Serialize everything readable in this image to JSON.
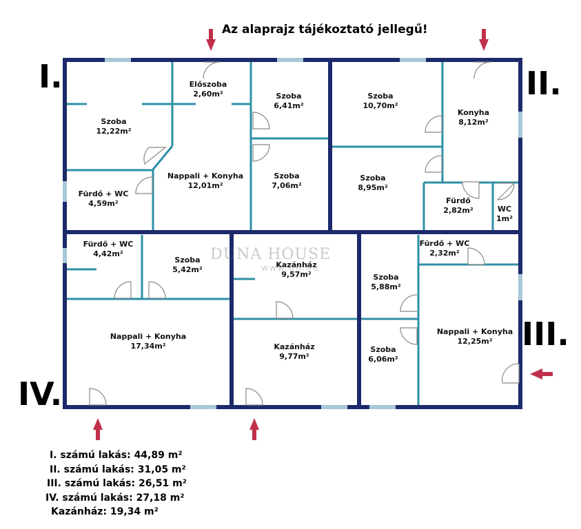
{
  "title": "Az alaprajz tájékoztató jellegű!",
  "colors": {
    "outer_wall": "#1c2a6b",
    "inner_wall": "#2e8fa6",
    "window": "#a8c8d8",
    "arrow": "#c0304a",
    "door": "#888888"
  },
  "unit_markers": [
    "I.",
    "II.",
    "III.",
    "IV."
  ],
  "watermark": {
    "brand": "DUNA HOUSE",
    "url": "www.dh.hu"
  },
  "rooms": [
    {
      "name": "Szoba",
      "area": "12,22m²"
    },
    {
      "name": "Előszoba",
      "area": "2,60m²"
    },
    {
      "name": "Szoba",
      "area": "6,41m²"
    },
    {
      "name": "Szoba",
      "area": "10,70m²"
    },
    {
      "name": "Konyha",
      "area": "8,12m²"
    },
    {
      "name": "Fürdő + WC",
      "area": "4,59m²"
    },
    {
      "name": "Nappali + Konyha",
      "area": "12,01m²"
    },
    {
      "name": "Szoba",
      "area": "7,06m²"
    },
    {
      "name": "Szoba",
      "area": "8,95m²"
    },
    {
      "name": "Fürdő",
      "area": "2,82m²"
    },
    {
      "name": "WC",
      "area": "1m²"
    },
    {
      "name": "Fürdő + WC",
      "area": "4,42m²"
    },
    {
      "name": "Szoba",
      "area": "5,42m²"
    },
    {
      "name": "Kazánház",
      "area": "9,57m²"
    },
    {
      "name": "Szoba",
      "area": "5,88m²"
    },
    {
      "name": "Fürdő + WC",
      "area": "2,32m²"
    },
    {
      "name": "Nappali + Konyha",
      "area": "17,34m²"
    },
    {
      "name": "Kazánház",
      "area": "9,77m²"
    },
    {
      "name": "Szoba",
      "area": "6,06m²"
    },
    {
      "name": "Nappali + Konyha",
      "area": "12,25m²"
    }
  ],
  "unit_areas": [
    "I. számú lakás: 44,89 m²",
    "II. számú lakás: 31,05 m²",
    "III. számú lakás: 26,51 m²",
    "IV. számú lakás: 27,18 m²",
    "Kazánház: 19,34 m²"
  ]
}
